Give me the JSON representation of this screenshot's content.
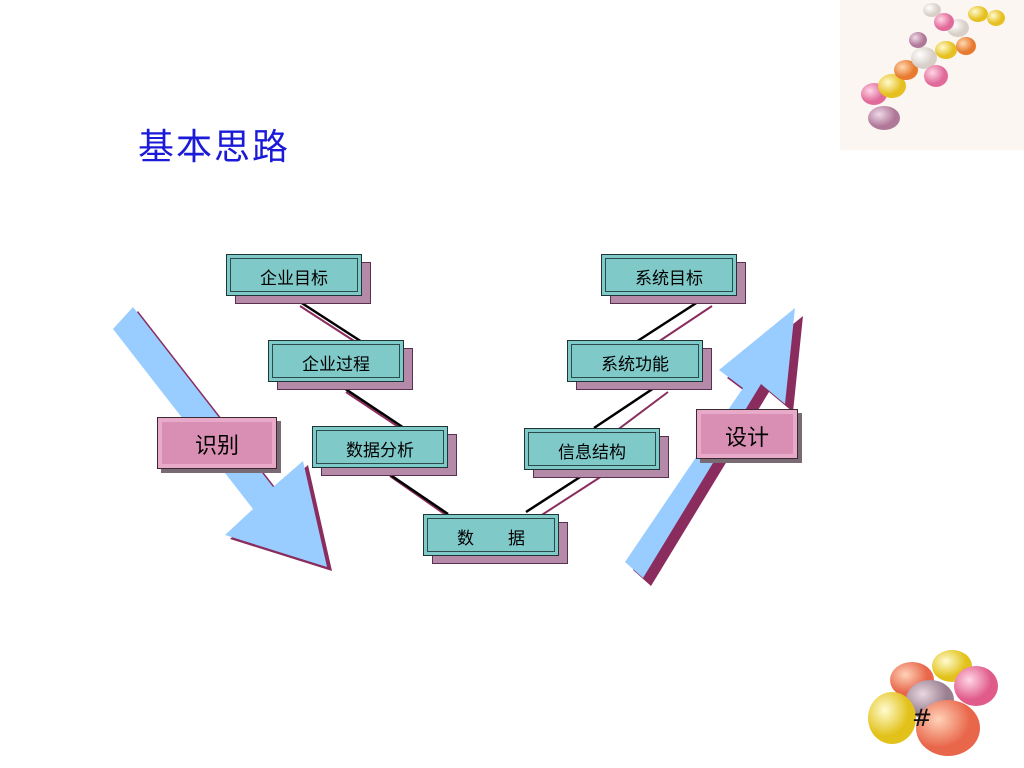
{
  "title": "基本思路",
  "left_stack": [
    "企业目标",
    "企业过程",
    "数据分析"
  ],
  "bottom_box": "数　　据",
  "right_stack": [
    "信息结构",
    "系统功能",
    "系统目标"
  ],
  "label_left": "识别",
  "label_right": "设计",
  "page_number": "#",
  "colors": {
    "title": "#1a1ad8",
    "box_fill": "#7fc9c9",
    "box_shadow": "#b58aa8",
    "label_fill": "#d98fb3",
    "arrow_fill": "#99ccff",
    "arrow_shadow": "#8a2d5e"
  }
}
